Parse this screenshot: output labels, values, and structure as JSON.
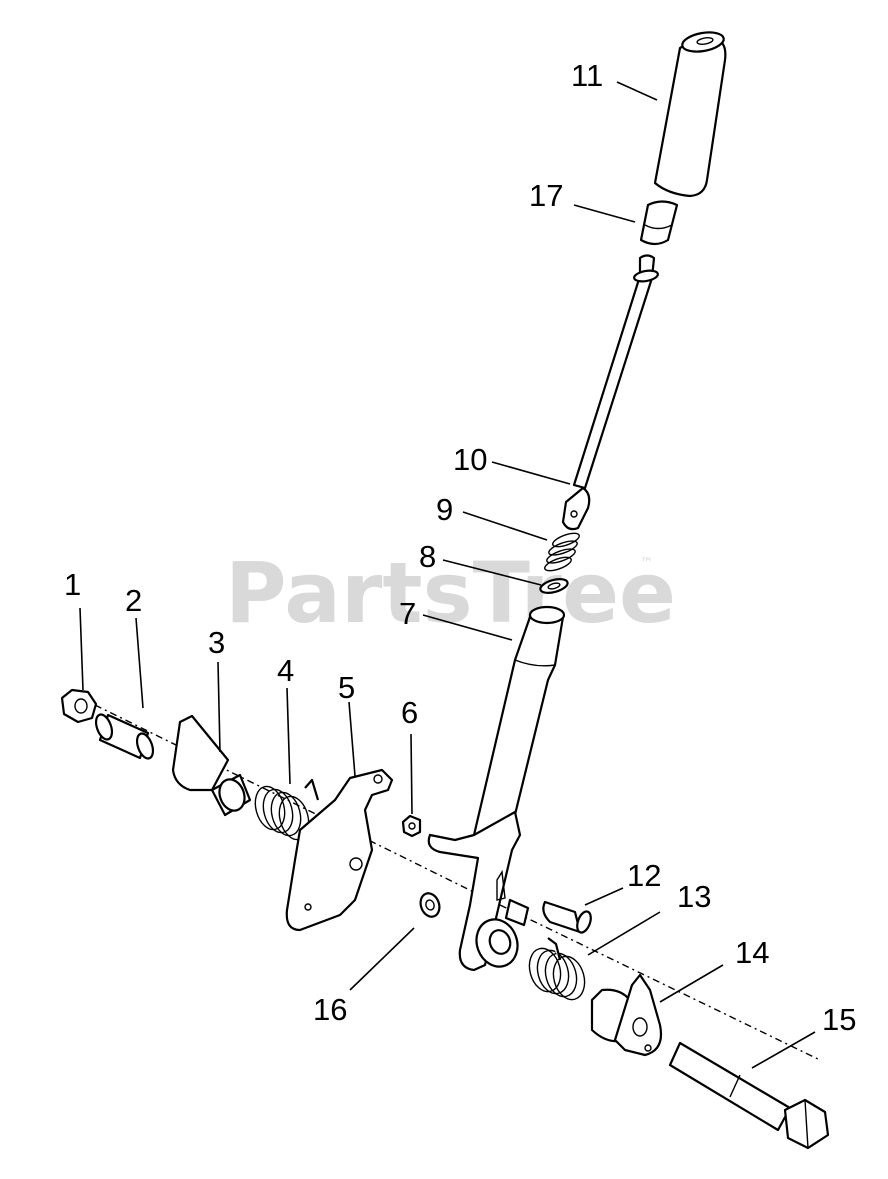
{
  "watermark": {
    "text": "PartsTree",
    "trademark": "™"
  },
  "callouts": [
    {
      "id": "1",
      "label": "1"
    },
    {
      "id": "2",
      "label": "2"
    },
    {
      "id": "3",
      "label": "3"
    },
    {
      "id": "4",
      "label": "4"
    },
    {
      "id": "5",
      "label": "5"
    },
    {
      "id": "6",
      "label": "6"
    },
    {
      "id": "7",
      "label": "7"
    },
    {
      "id": "8",
      "label": "8"
    },
    {
      "id": "9",
      "label": "9"
    },
    {
      "id": "10",
      "label": "10"
    },
    {
      "id": "11",
      "label": "11"
    },
    {
      "id": "12",
      "label": "12"
    },
    {
      "id": "13",
      "label": "13"
    },
    {
      "id": "14",
      "label": "14"
    },
    {
      "id": "15",
      "label": "15"
    },
    {
      "id": "16",
      "label": "16"
    },
    {
      "id": "17",
      "label": "17"
    }
  ]
}
